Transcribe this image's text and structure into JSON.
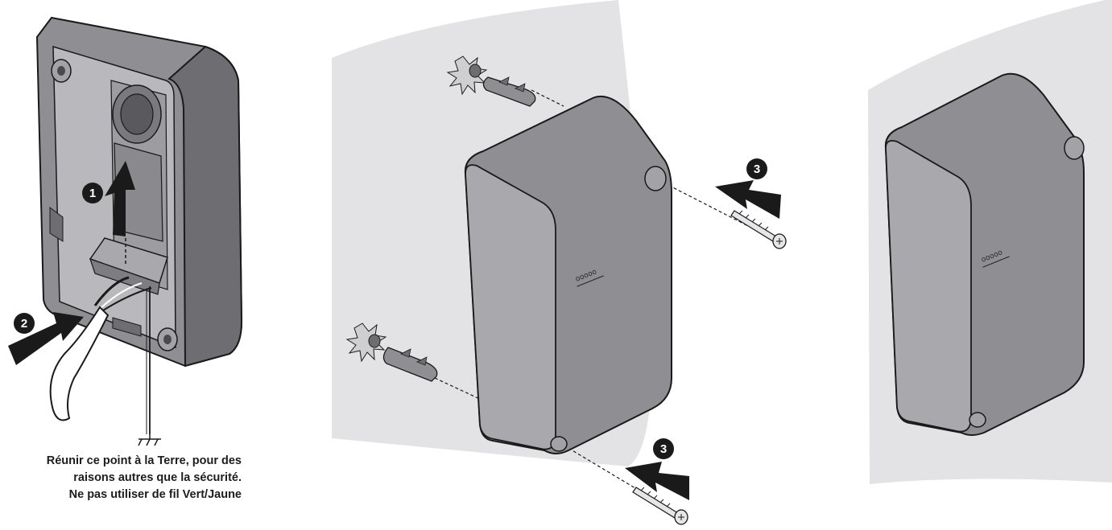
{
  "steps": {
    "step1": "1",
    "step2": "2",
    "step3": "3"
  },
  "ground": {
    "symbol": "ground-symbol",
    "note_lines": [
      "Réunir ce point à la Terre, pour des",
      "raisons autres que la sécurité.",
      "Ne pas utiliser de fil Vert/Jaune"
    ]
  },
  "device": {
    "indicator_glyph": "ooooo"
  },
  "colors": {
    "wall": "#e3e3e5",
    "housing": "#8f8f93",
    "housing_dark": "#6d6d72",
    "housing_light": "#a9a9ad",
    "outline": "#1a1a1a",
    "badge": "#1a1a1a"
  }
}
